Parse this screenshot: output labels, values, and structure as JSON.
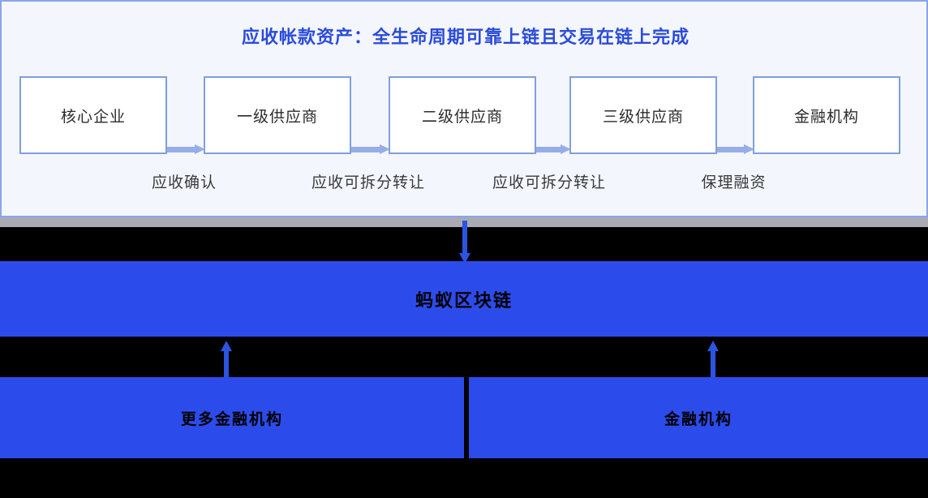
{
  "panel": {
    "title": "应收帐款资产：全生命周期可靠上链且交易在链上完成",
    "title_color": "#2a4bdc",
    "background": "#f4f6fd",
    "border_color": "#88a6e8"
  },
  "flow": {
    "nodes": [
      {
        "label": "核心企业"
      },
      {
        "label": "一级供应商"
      },
      {
        "label": "二级供应商"
      },
      {
        "label": "三级供应商"
      },
      {
        "label": "金融机构"
      }
    ],
    "steps": [
      {
        "label": "应收确认"
      },
      {
        "label": "应收可拆分转让"
      },
      {
        "label": "应收可拆分转让"
      },
      {
        "label": "保理融资"
      }
    ],
    "node_border_color": "#7f9fe0",
    "arrow_color": "#97ade8"
  },
  "chain": {
    "label": "蚂蚁区块链",
    "background": "#2b4ceb",
    "text_color": "#000000"
  },
  "institutions": [
    {
      "label": "更多金融机构"
    },
    {
      "label": "金融机构"
    }
  ],
  "arrows": {
    "color": "#2b55e0",
    "down_icon": "arrow-down-icon",
    "up_icon": "arrow-up-icon"
  }
}
